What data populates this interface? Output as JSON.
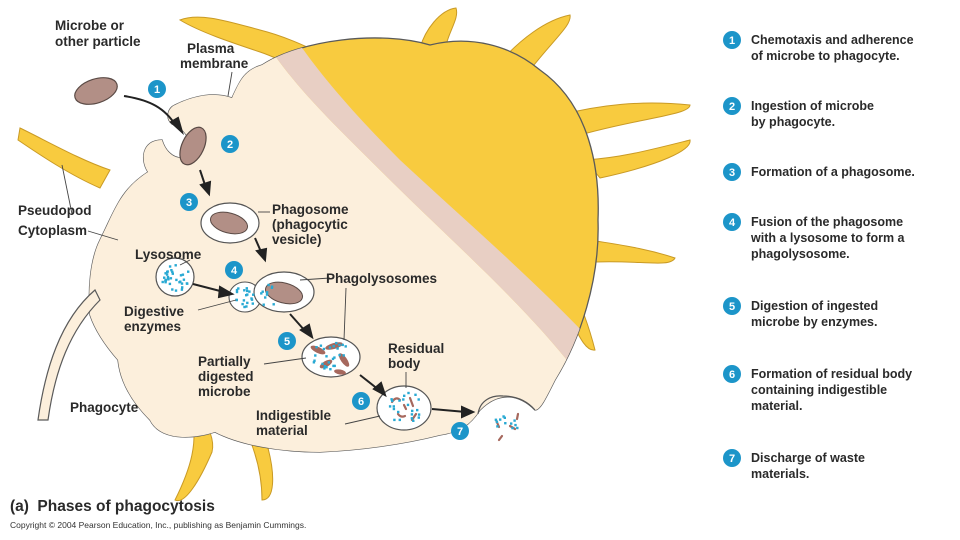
{
  "colors": {
    "cell_outer": "#f8cb3f",
    "cell_inner": "#fcefdc",
    "cell_outline": "#5a5a5a",
    "shadow": "#e8cfc4",
    "badge": "#1c95c9",
    "microbe": "#b28f86",
    "enzyme_dot": "#28a9d3",
    "fragment": "#a6685d"
  },
  "labels": {
    "microbe": [
      "Microbe or",
      "other particle"
    ],
    "plasma_membrane": [
      "Plasma",
      "membrane"
    ],
    "pseudopod": "Pseudopod",
    "cytoplasm": "Cytoplasm",
    "lysosome": "Lysosome",
    "phagosome": [
      "Phagosome",
      "(phagocytic",
      "vesicle)"
    ],
    "phagolysosomes": "Phagolysosomes",
    "digestive_enzymes": [
      "Digestive",
      "enzymes"
    ],
    "partially_digested": [
      "Partially",
      "digested",
      "microbe"
    ],
    "residual_body": [
      "Residual",
      "body"
    ],
    "indigestible": [
      "Indigestible",
      "material"
    ],
    "phagocyte": "Phagocyte"
  },
  "steps": [
    {
      "num": "1",
      "lines": [
        "Chemotaxis and adherence",
        "of microbe to phagocyte."
      ]
    },
    {
      "num": "2",
      "lines": [
        "Ingestion of microbe",
        "by phagocyte."
      ]
    },
    {
      "num": "3",
      "lines": [
        "Formation of a phagosome."
      ]
    },
    {
      "num": "4",
      "lines": [
        "Fusion of the phagosome",
        "with a lysosome to form a",
        "phagolysosome."
      ]
    },
    {
      "num": "5",
      "lines": [
        "Digestion of ingested",
        "microbe by enzymes."
      ]
    },
    {
      "num": "6",
      "lines": [
        "Formation of residual body",
        "containing indigestible",
        "material."
      ]
    },
    {
      "num": "7",
      "lines": [
        "Discharge of waste",
        "materials."
      ]
    }
  ],
  "caption": {
    "part": "(a)",
    "title": "Phases of phagocytosis"
  },
  "copyright": "Copyright © 2004 Pearson Education, Inc., publishing as Benjamin Cummings."
}
